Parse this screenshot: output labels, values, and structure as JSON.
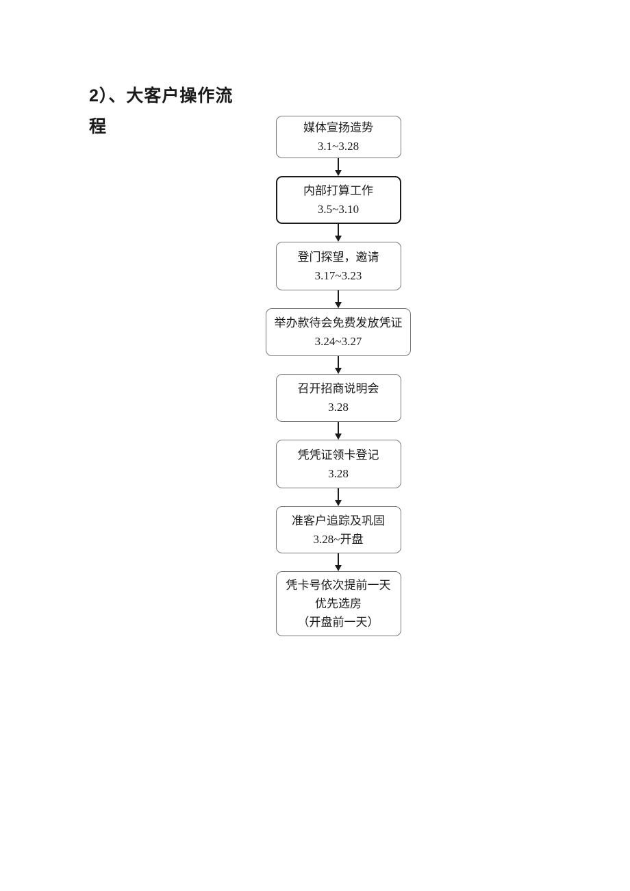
{
  "document": {
    "heading": {
      "line1": "2）、大客户操作流",
      "line2": "程"
    }
  },
  "flowchart": {
    "nodes": [
      {
        "lines": [
          "媒体宣扬造势",
          "3.1~3.28"
        ]
      },
      {
        "lines": [
          "内部打算工作",
          "3.5~3.10"
        ],
        "emphasized_border": true
      },
      {
        "lines": [
          "登门探望，邀请",
          "3.17~3.23"
        ]
      },
      {
        "lines": [
          "举办款待会免费发放凭证",
          "3.24~3.27"
        ],
        "wide": true
      },
      {
        "lines": [
          "召开招商说明会",
          "3.28"
        ]
      },
      {
        "lines": [
          "凭凭证领卡登记",
          "3.28"
        ]
      },
      {
        "lines": [
          "准客户追踪及巩固",
          "3.28~开盘"
        ]
      },
      {
        "lines": [
          "凭卡号依次提前一天",
          "优先选房",
          "（开盘前一天）"
        ]
      }
    ],
    "colors": {
      "box_border": "#767676",
      "box_border_emphasis": "#1b1b1b",
      "arrow": "#1b1b1b",
      "text": "#1a1a1a",
      "page_background": "#ffffff"
    }
  }
}
